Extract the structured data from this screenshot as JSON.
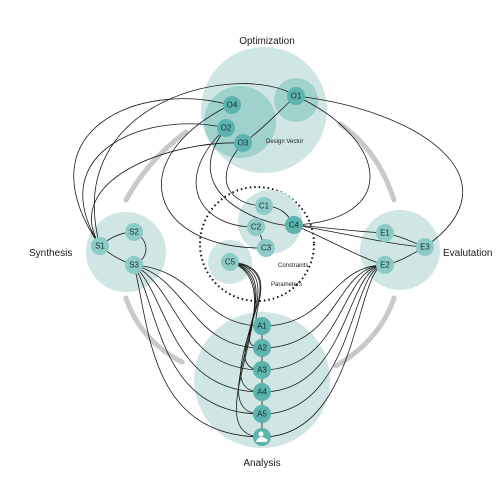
{
  "groups": {
    "optimization": "Optimization",
    "synthesis": "Synthesis",
    "analysis": "Analysis",
    "evaluation": "Evalutation"
  },
  "annotations": {
    "design_vector": "Design Vector",
    "constraints": "Constraints",
    "parameters": "Parameters"
  },
  "nodes": {
    "O1": "O1",
    "O2": "O2",
    "O3": "O3",
    "O4": "O4",
    "C1": "C1",
    "C2": "C2",
    "C3": "C3",
    "C4": "C4",
    "C5": "C5",
    "S1": "S1",
    "S2": "S2",
    "S3": "S3",
    "A1": "A1",
    "A2": "A2",
    "A3": "A3",
    "A4": "A4",
    "A5": "A5",
    "E1": "E1",
    "E2": "E2",
    "E3": "E3"
  },
  "colors": {
    "group_fill": "#cfe6e4",
    "node_dark": "#5db3ad",
    "node_mid": "#8fcbc6",
    "node_light": "#b5dcd8",
    "flow_arrow": "#c9c9c9"
  },
  "icons": {
    "A6": "user-icon"
  }
}
